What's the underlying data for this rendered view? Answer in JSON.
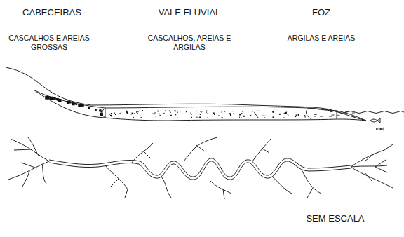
{
  "diagram": {
    "labels": [
      "CABECEIRAS",
      "VALE FLUVIAL",
      "FOZ",
      "CASCALHOS E AREIAS GROSSAS",
      "CASCALHOS, AREIAS E ARGILAS",
      "ARGILAS E AREIAS",
      "SEM ESCALA"
    ]
  }
}
